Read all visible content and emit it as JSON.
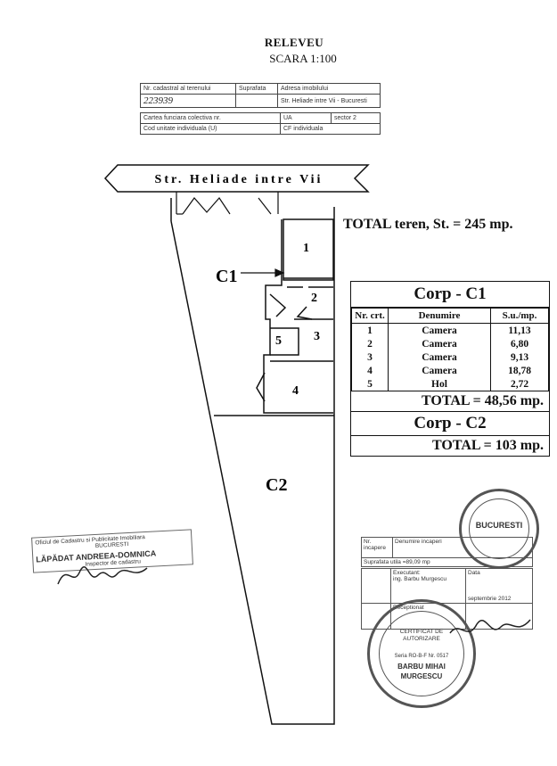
{
  "header": {
    "title": "RELEVEU",
    "scale": "SCARA 1:100"
  },
  "cadastral_info": {
    "nr_cadastral_label": "Nr. cadastral al terenului",
    "nr_cadastral_value": "223939",
    "suprafata_label": "Suprafata",
    "adresa_label": "Adresa imobilului",
    "adresa_value": "Str. Heliade intre Vii - Bucuresti",
    "carte_funciara_label": "Cartea funciara colectiva nr.",
    "ua_label": "UA",
    "sector_label": "sector 2",
    "cod_unitate_label": "Cod unitate individuala (U)",
    "cf_label": "CF individuala"
  },
  "plan": {
    "street": "Str. Heliade intre Vii",
    "c1_label": "C1",
    "c2_label": "C2",
    "rooms": [
      "1",
      "2",
      "3",
      "4",
      "5"
    ]
  },
  "total_teren": {
    "label": "TOTAL teren,",
    "value": "St. = 245 mp."
  },
  "corp_c1": {
    "title": "Corp - C1",
    "columns": [
      "Nr. crt.",
      "Denumire",
      "S.u./mp."
    ],
    "rows": [
      [
        "1",
        "Camera",
        "11,13"
      ],
      [
        "2",
        "Camera",
        "6,80"
      ],
      [
        "3",
        "Camera",
        "9,13"
      ],
      [
        "4",
        "Camera",
        "18,78"
      ],
      [
        "5",
        "Hol",
        "2,72"
      ]
    ],
    "total": "TOTAL = 48,56 mp."
  },
  "corp_c2": {
    "title": "Corp - C2",
    "total": "TOTAL = 103 mp."
  },
  "left_stamp": {
    "line1": "Oficiul de Cadastru si Publicitate Imobiliara",
    "line2": "BUCURESTI",
    "name": "LĂPĂDAT ANDREEA-DOMNICA",
    "role": "Inspector de cadastru"
  },
  "right_box": {
    "nr_incapere": "Nr. incapere",
    "denumire": "Denumire incaperi",
    "suprafata_utila": "Suprafata utila =89,09 mp",
    "executant_label": "Executant:",
    "executant_name": "ing. Barbu Murgescu",
    "data_label": "Data",
    "data_value": "septembrie 2012",
    "receptionat": "Receptionat",
    "seal_top": "CERTIFICAT DE AUTORIZARE",
    "seal_name1": "BARBU MIHAI",
    "seal_name2": "MURGESCU",
    "seal_serie": "Seria RO-B-F Nr. 0517",
    "round_seal_city": "BUCURESTI"
  }
}
